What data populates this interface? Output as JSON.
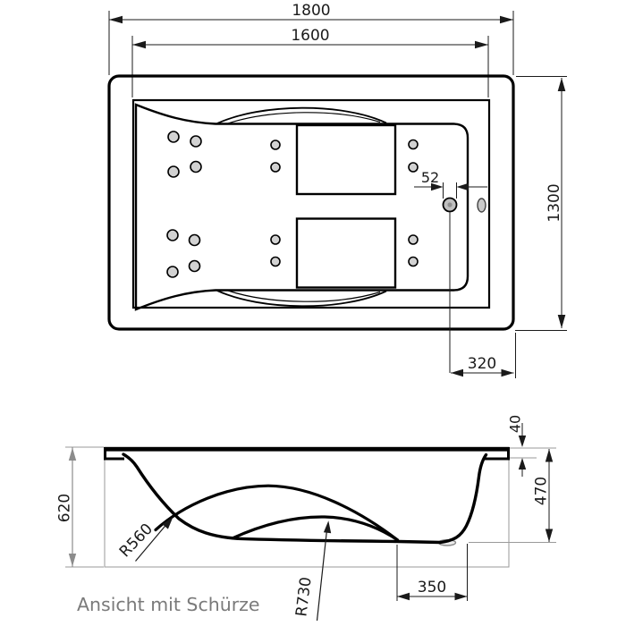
{
  "drawing": {
    "caption": "Ansicht mit Schürze",
    "top_view": {
      "dims": {
        "overall_length": "1800",
        "basin_length": "1600",
        "overall_width": "1300",
        "drain_diameter": "52",
        "drain_offset_from_edge": "320"
      }
    },
    "side_view": {
      "dims": {
        "overall_height": "620",
        "rim_thickness": "40",
        "inner_depth": "470",
        "bottom_flat_length": "350"
      },
      "radii": {
        "backrest_radius": "R560",
        "seat_radius": "R730"
      }
    }
  }
}
